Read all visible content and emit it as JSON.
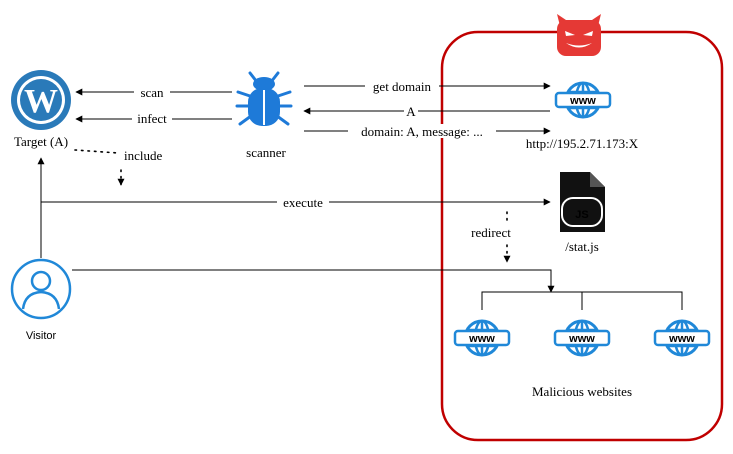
{
  "nodes": {
    "target": "Target (A)",
    "scanner": "scanner",
    "server": "http://195.2.71.173:X",
    "script": "/stat.js",
    "visitor": "Visitor",
    "malicious": "Malicious websites"
  },
  "edges": {
    "scan": "scan",
    "infect": "infect",
    "include": "include",
    "get_domain": "get domain",
    "reply": "A",
    "message": "domain: A, message: ...",
    "execute": "execute",
    "redirect": "redirect"
  },
  "icons": {
    "wordpress": "JS",
    "www": "www",
    "js_badge": "JS"
  },
  "colors": {
    "wordpress": "#2a7ab9",
    "bug": "#1e7ad8",
    "globe": "#2088d8",
    "attacker_box": "#c00000",
    "devil": "#e53935",
    "visitor": "#2088d8",
    "js_file": "#111111"
  }
}
